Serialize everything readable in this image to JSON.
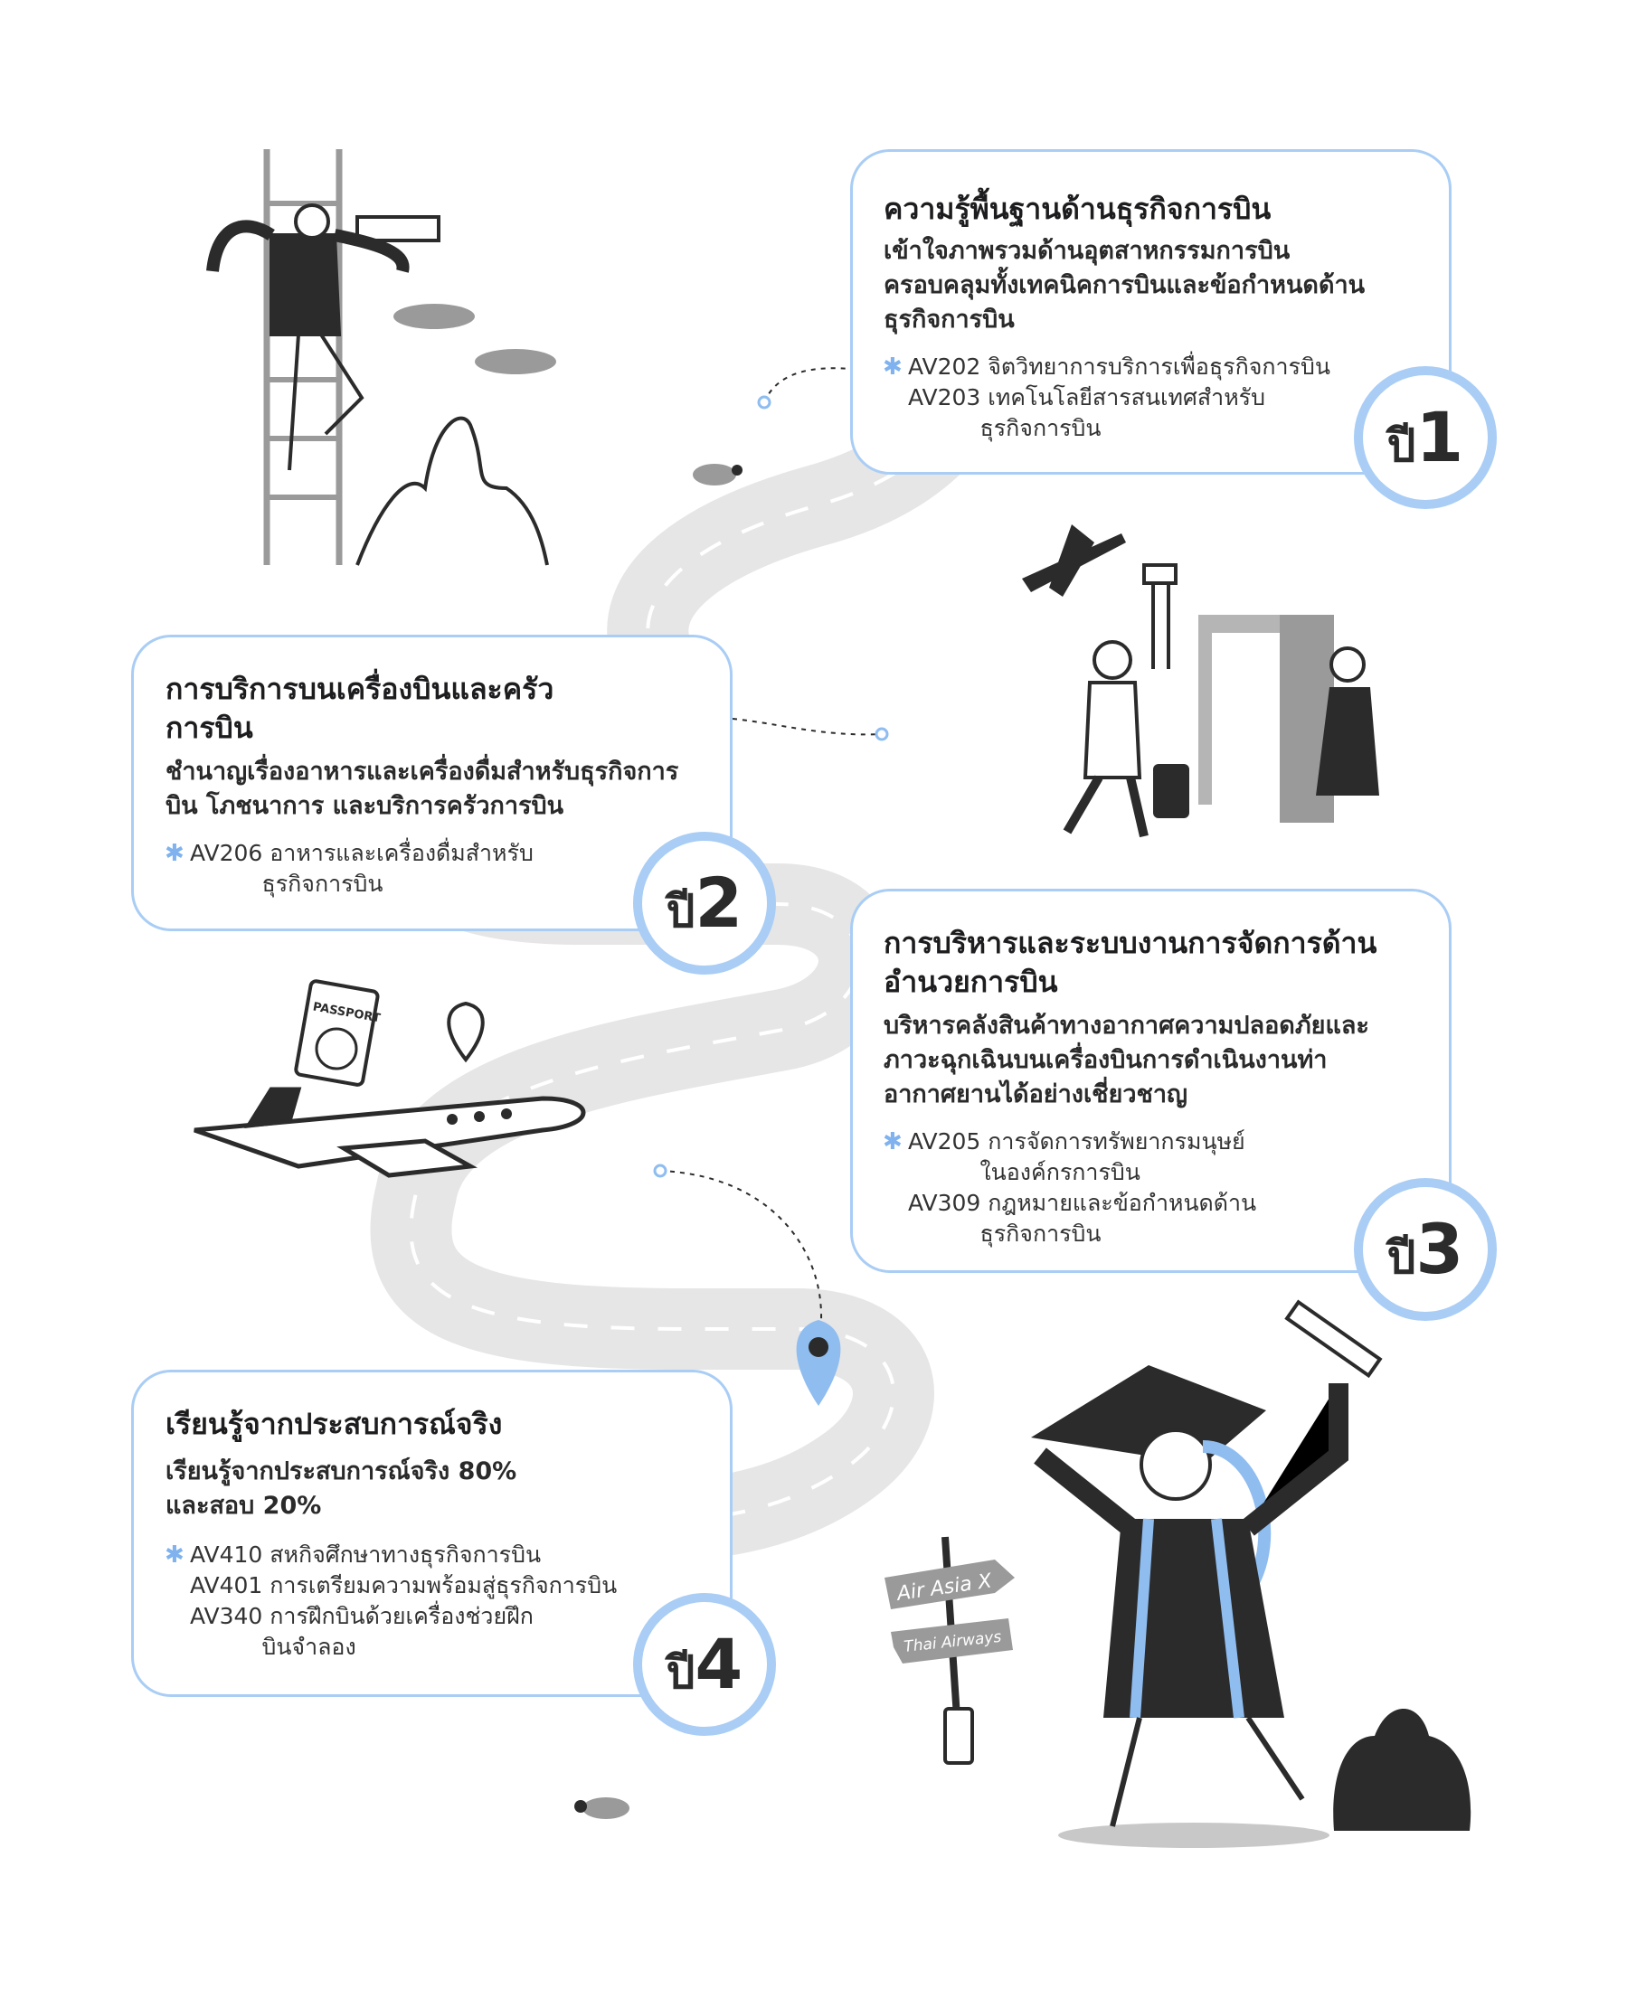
{
  "colors": {
    "accent": "#a9cdf5",
    "road": "#e6e6e6",
    "ink": "#2b2b2b",
    "pin": "#8fbdf0"
  },
  "years": [
    {
      "badge_prefix": "ปี",
      "badge_number": "1",
      "title": "ความรู้พื้นฐานด้านธุรกิจการบิน",
      "description": "เข้าใจภาพรวมด้านอุตสาหกรรมการบิน ครอบคลุมทั้งเทคนิคการบินและข้อกำหนดด้านธุรกิจการบิน",
      "courses": [
        "AV202 จิตวิทยาการบริการเพื่อธุรกิจการบิน",
        "AV203 เทคโนโลยีสารสนเทศสำหรับ\n          ธุรกิจการบิน"
      ]
    },
    {
      "badge_prefix": "ปี",
      "badge_number": "2",
      "title": "การบริการบนเครื่องบินและครัวการบิน",
      "description": "ชำนาญเรื่องอาหารและเครื่องดื่มสำหรับธุรกิจการบิน โภชนาการ และบริการครัวการบิน",
      "courses": [
        "AV206 อาหารและเครื่องดื่มสำหรับ\n          ธุรกิจการบิน"
      ]
    },
    {
      "badge_prefix": "ปี",
      "badge_number": "3",
      "title": "การบริหารและระบบงานการจัดการด้านอำนวยการบิน",
      "description": "บริหารคลังสินค้าทางอากาศความปลอดภัยและภาวะฉุกเฉินบนเครื่องบินการดำเนินงานท่าอากาศยานได้อย่างเชี่ยวชาญ",
      "courses": [
        "AV205 การจัดการทรัพยากรมนุษย์\n          ในองค์กรการบิน",
        "AV309 กฎหมายและข้อกำหนดด้าน\n          ธุรกิจการบิน"
      ]
    },
    {
      "badge_prefix": "ปี",
      "badge_number": "4",
      "title": "เรียนรู้จากประสบการณ์จริง",
      "description": "เรียนรู้จากประสบการณ์จริง 80% และสอบ 20%",
      "courses": [
        "AV410 สหกิจศึกษาทางธุรกิจการบิน",
        "AV401 การเตรียมความพร้อมสู่ธุรกิจการบิน",
        "AV340 การฝึกบินด้วยเครื่องช่วยฝึก\n          บินจำลอง"
      ]
    }
  ],
  "illustrations": {
    "passport_label": "PASSPORT",
    "signpost": [
      "Air Asia X",
      "Thai Airways"
    ]
  }
}
